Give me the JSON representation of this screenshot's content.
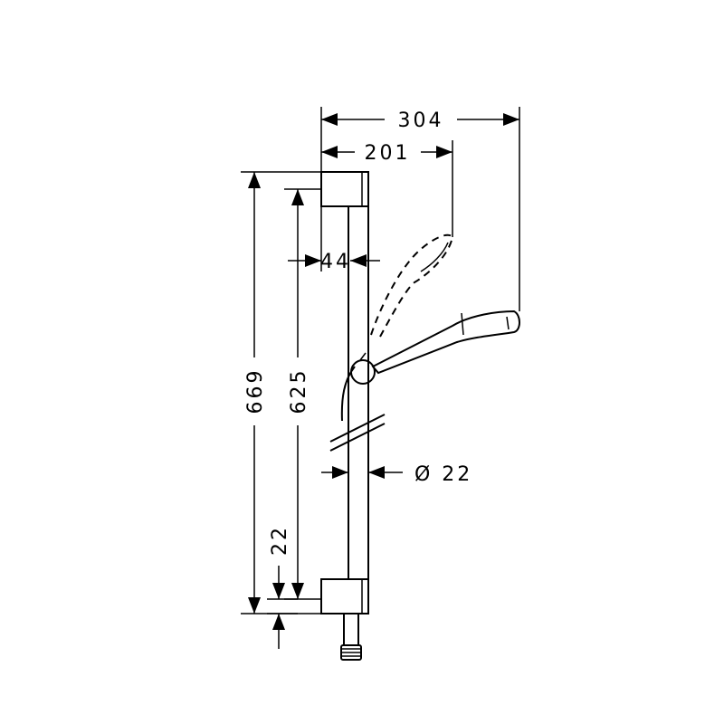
{
  "dimensions": {
    "overall_width": "304",
    "head_width": "201",
    "wall_offset": "44",
    "overall_height": "669",
    "bar_height": "625",
    "bottom_offset": "22",
    "bar_diameter": "Ø 22"
  },
  "colors": {
    "line": "#000000",
    "background": "#ffffff"
  }
}
